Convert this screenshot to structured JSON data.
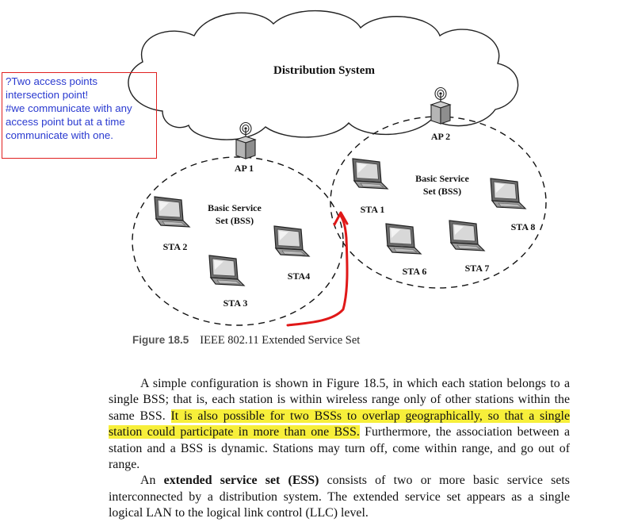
{
  "figure": {
    "cloud_label": "Distribution System",
    "access_points": [
      {
        "label": "AP 1"
      },
      {
        "label": "AP 2"
      }
    ],
    "bss_labels": [
      {
        "line1": "Basic Service",
        "line2": "Set (BSS)"
      },
      {
        "line1": "Basic Service",
        "line2": "Set (BSS)"
      }
    ],
    "stations": [
      {
        "label": "STA 1"
      },
      {
        "label": "STA 2"
      },
      {
        "label": "STA 3"
      },
      {
        "label": "STA4"
      },
      {
        "label": "STA 6"
      },
      {
        "label": "STA 7"
      },
      {
        "label": "STA 8"
      }
    ],
    "caption_number": "Figure 18.5",
    "caption_text": "IEEE 802.11 Extended Service Set"
  },
  "annotation": {
    "lines": [
      "?Two access points",
      "intersection point!",
      "#we communicate with any",
      "access point but at a time",
      "communicate with one."
    ]
  },
  "body": {
    "p1_part1": "A simple configuration is shown in Figure 18.5, in which each station belongs to a single BSS; that is, each station is within wireless range only of other stations within the same BSS. ",
    "p1_highlight": "It is also possible for two BSSs to overlap geographically, so that a single station could participate in more than one BSS.",
    "p1_part2": " Furthermore, the association between a station and a BSS is dynamic. Stations may turn off, come within range, and go out of range.",
    "p2_part1": "An ",
    "p2_term": "extended service set (ESS)",
    "p2_part2": " consists of two or more basic service sets interconnected by a distribution system. The extended service set appears as a single logical LAN to the logical link control (LLC) level."
  },
  "colors": {
    "highlight": "#f7ef3a",
    "annotation_border": "#e02020",
    "annotation_text": "#2a3ad0",
    "arrow": "#e01818"
  }
}
